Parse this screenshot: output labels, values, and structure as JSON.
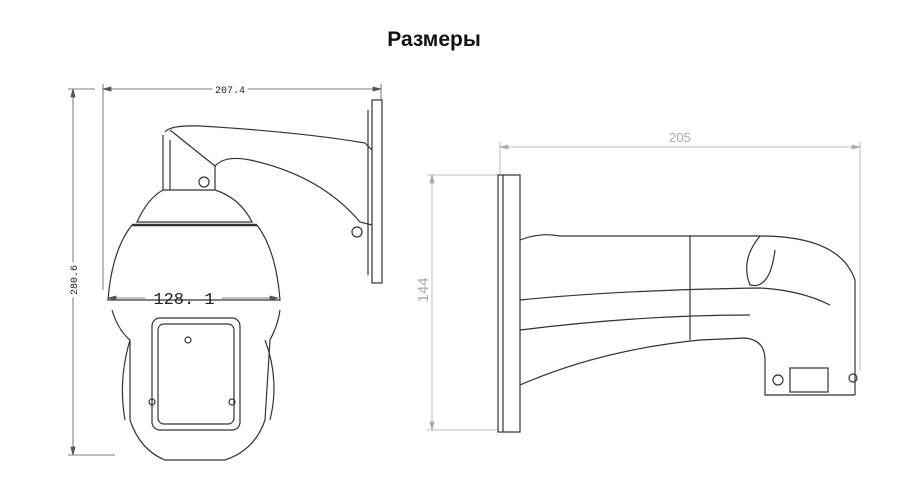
{
  "title": "Размеры",
  "camera_view": {
    "width_total": "207.4",
    "height_total": "280.6",
    "dome_diameter": "128. 1"
  },
  "bracket_view": {
    "length": "205",
    "height": "144"
  },
  "colors": {
    "line": "#333333",
    "dim_gray": "#aaaaaa"
  }
}
